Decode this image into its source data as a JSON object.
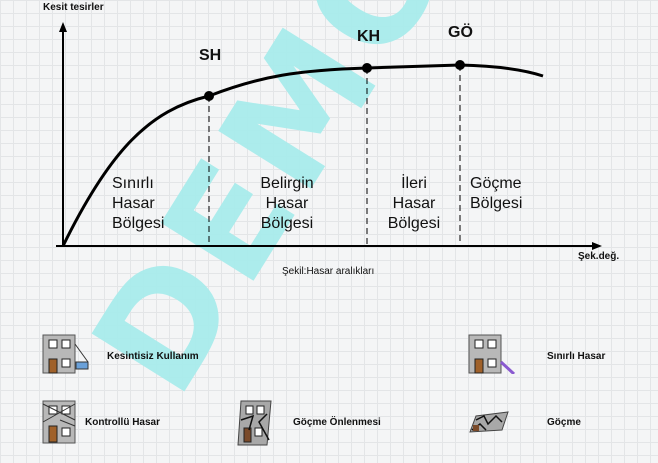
{
  "diagram": {
    "y_axis_label": "Kesit tesirler",
    "x_axis_label": "Şek.değ.",
    "caption": "Şekil:Hasar aralıkları",
    "points": [
      {
        "label": "SH"
      },
      {
        "label": "KH"
      },
      {
        "label": "GÖ"
      }
    ],
    "zones": [
      {
        "lines": [
          "Sınırlı",
          "Hasar",
          "Bölgesi"
        ]
      },
      {
        "lines": [
          "Belirgin",
          "Hasar",
          "Bölgesi"
        ]
      },
      {
        "lines": [
          "İleri",
          "Hasar",
          "Bölgesi"
        ]
      },
      {
        "lines": [
          "Göçme",
          "Bölgesi"
        ]
      }
    ]
  },
  "legend": [
    {
      "label": "Kesintisiz Kullanım",
      "icon": "building-intact-icon"
    },
    {
      "label": "Sınırlı Hasar",
      "icon": "building-limited-damage-icon"
    },
    {
      "label": "Kontrollü Hasar",
      "icon": "building-controlled-damage-icon"
    },
    {
      "label": "Göçme Önlenmesi",
      "icon": "building-collapse-prevention-icon"
    },
    {
      "label": "Göçme",
      "icon": "building-collapse-icon"
    }
  ],
  "watermark": "DEMO SU",
  "colors": {
    "watermark": "#a9ecec",
    "curve": "#000000"
  }
}
